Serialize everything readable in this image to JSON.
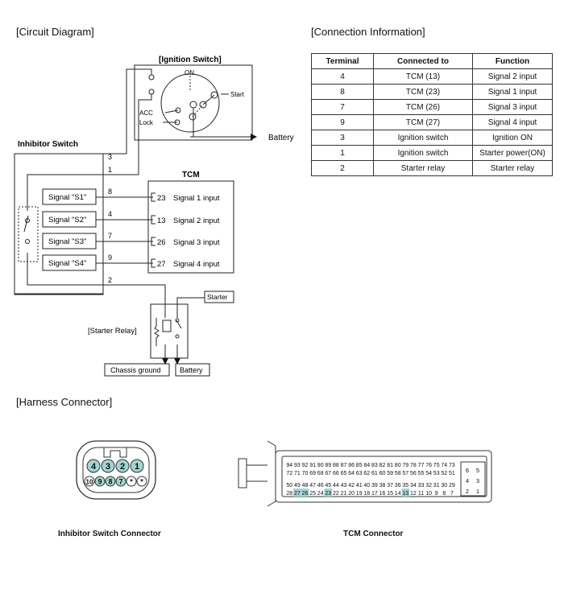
{
  "sections": {
    "circuit": "[Circuit Diagram]",
    "connection": "[Connection Information]",
    "harness": "[Harness Connector]"
  },
  "table": {
    "headers": [
      "Terminal",
      "Connected to",
      "Function"
    ],
    "rows": [
      [
        "4",
        "TCM (13)",
        "Signal 2 input"
      ],
      [
        "8",
        "TCM (23)",
        "Signal 1 input"
      ],
      [
        "7",
        "TCM (26)",
        "Signal 3 input"
      ],
      [
        "9",
        "TCM (27)",
        "Signal 4 input"
      ],
      [
        "3",
        "Ignition switch",
        "Ignition ON"
      ],
      [
        "1",
        "Ignition switch",
        "Starter power(ON)"
      ],
      [
        "2",
        "Starter relay",
        "Starter relay"
      ]
    ]
  },
  "diagram": {
    "ignition_switch": "[Ignition Switch]",
    "on": "ON",
    "start": "Start",
    "acc": "ACC",
    "lock": "Lock",
    "battery_arrow": "Battery",
    "inhibitor_switch": "Inhibitor Switch",
    "tcm": "TCM",
    "pins": [
      "3",
      "1",
      "8",
      "4",
      "7",
      "9",
      "2"
    ],
    "signals": [
      "Signal \"S1\"",
      "Signal \"S2\"",
      "Signal \"S3\"",
      "Signal \"S4\""
    ],
    "tcm_pins": [
      "23",
      "13",
      "26",
      "27"
    ],
    "tcm_inputs": [
      "Signal 1 input",
      "Signal 2 input",
      "Signal 3 input",
      "Signal 4 input"
    ],
    "starter": "Starter",
    "starter_relay": "[Starter Relay]",
    "chassis_ground": "Chassis ground",
    "battery_box": "Battery"
  },
  "connectors": {
    "inhibitor_caption": "Inhibitor Switch Connector",
    "tcm_caption": "TCM Connector",
    "inhibitor_top": [
      "4",
      "3",
      "2",
      "1"
    ],
    "inhibitor_bottom": [
      "10",
      "9",
      "8",
      "7",
      "*",
      "*"
    ],
    "tcm_row1": [
      "94",
      "93",
      "92",
      "91",
      "90",
      "89",
      "88",
      "87",
      "86",
      "85",
      "84",
      "83",
      "82",
      "81",
      "80",
      "79",
      "78",
      "77",
      "76",
      "75",
      "74",
      "73"
    ],
    "tcm_row2": [
      "72",
      "71",
      "70",
      "69",
      "68",
      "67",
      "66",
      "65",
      "64",
      "63",
      "62",
      "61",
      "60",
      "59",
      "58",
      "57",
      "56",
      "55",
      "54",
      "53",
      "52",
      "51"
    ],
    "tcm_row3": [
      "50",
      "49",
      "48",
      "47",
      "46",
      "45",
      "44",
      "43",
      "42",
      "41",
      "40",
      "39",
      "38",
      "37",
      "36",
      "35",
      "34",
      "33",
      "32",
      "31",
      "30",
      "29"
    ],
    "tcm_row4": [
      "28",
      "27",
      "26",
      "25",
      "24",
      "23",
      "22",
      "21",
      "20",
      "19",
      "18",
      "17",
      "16",
      "15",
      "14",
      "13",
      "12",
      "11",
      "10",
      "9",
      "8",
      "7"
    ],
    "tcm_side": [
      "6",
      "5",
      "4",
      "3",
      "2",
      "1"
    ],
    "tcm_highlight": [
      "27",
      "26",
      "23",
      "13"
    ],
    "pin_fill": "#9fd6d3"
  }
}
